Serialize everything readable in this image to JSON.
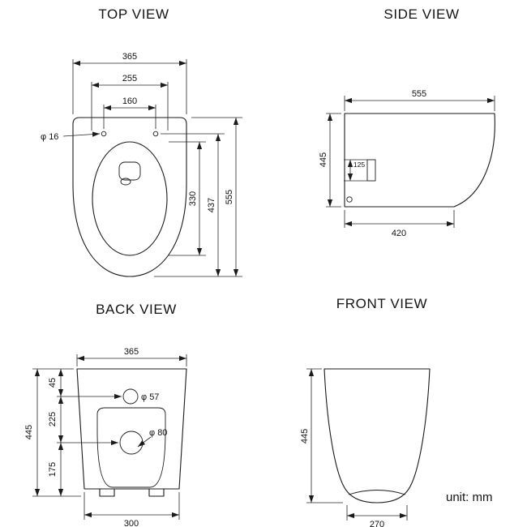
{
  "colors": {
    "ink": "#1b1b1b",
    "background": "#ffffff"
  },
  "unit": "unit: mm",
  "titles": {
    "top": "TOP VIEW",
    "side": "SIDE VIEW",
    "back": "BACK VIEW",
    "front": "FRONT VIEW"
  },
  "top": {
    "width": "365",
    "seat_width": "255",
    "hole_spacing": "160",
    "hole_dia": "φ 16",
    "opening_depth": "330",
    "rim_depth": "437",
    "overall_depth": "555"
  },
  "side": {
    "length": "555",
    "height": "445",
    "fixing_detail": "125",
    "base_length": "420"
  },
  "back": {
    "width": "365",
    "top_to_inlet": "45",
    "inlet_dia": "φ 57",
    "inlet_to_outlet": "225",
    "outlet_dia": "φ 80",
    "outlet_to_base": "175",
    "height": "445",
    "base_width": "300"
  },
  "front": {
    "height": "445",
    "base_width": "270"
  }
}
